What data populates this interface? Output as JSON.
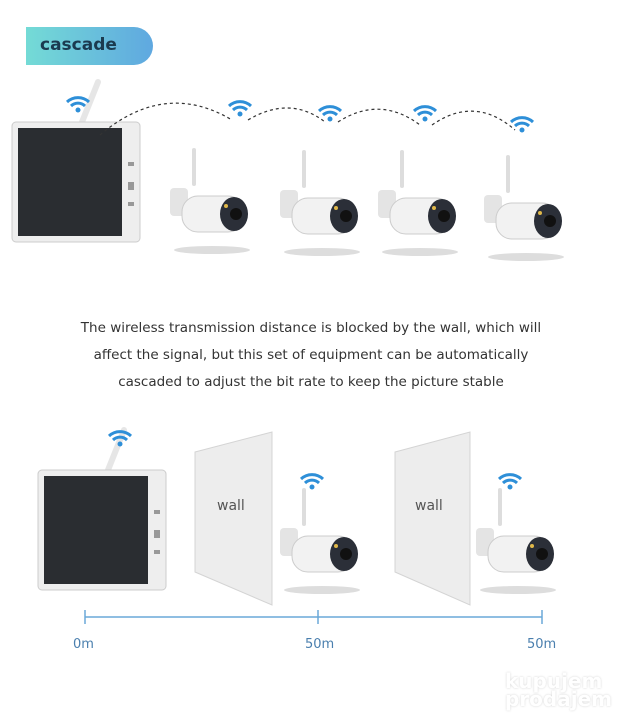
{
  "badge": {
    "label": "cascade",
    "colors": [
      "#74dbd6",
      "#5fa8e0"
    ]
  },
  "description": {
    "lines": [
      "The wireless transmission distance is blocked by the wall, which will",
      "affect the signal, but this set of equipment can be automatically",
      "cascaded to adjust the bit rate to keep the picture stable"
    ]
  },
  "walls": [
    {
      "label": "wall"
    },
    {
      "label": "wall"
    }
  ],
  "scale": {
    "labels": [
      "0m",
      "50m",
      "50m"
    ],
    "color": "#6aa8d8"
  },
  "watermark": {
    "line1": "kupujem",
    "line2": "prodajem"
  }
}
